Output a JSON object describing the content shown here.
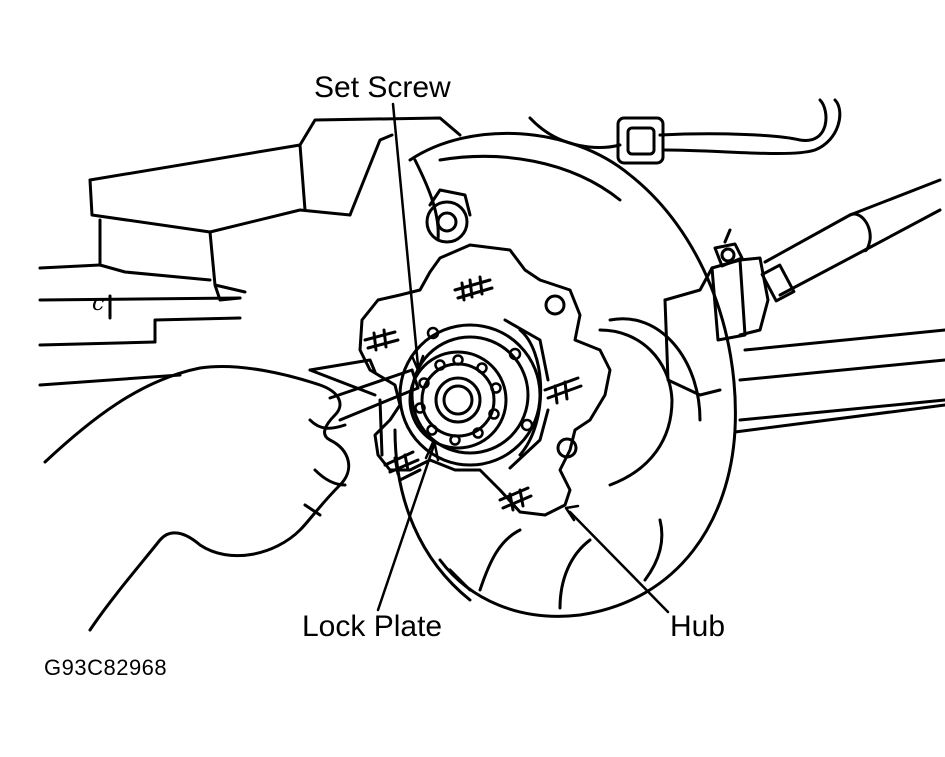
{
  "labels": {
    "set_screw": "Set Screw",
    "lock_plate": "Lock Plate",
    "hub": "Hub",
    "figure_code": "G93C82968",
    "frame_mark": "c"
  },
  "colors": {
    "ink": "#000000",
    "paper": "#ffffff"
  }
}
